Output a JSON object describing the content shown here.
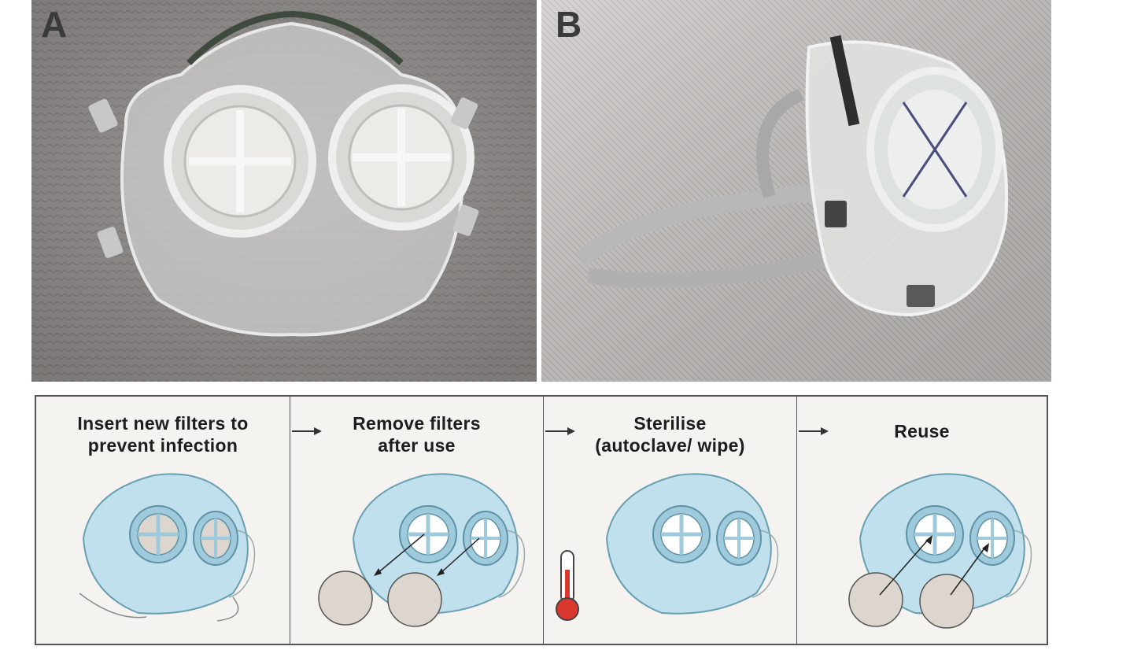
{
  "panels": {
    "a_label": "A",
    "b_label": "B"
  },
  "steps": [
    {
      "line1": "Insert new filters to",
      "line2": "prevent infection"
    },
    {
      "line1": "Remove filters",
      "line2": "after use"
    },
    {
      "line1": "Sterilise",
      "line2": "(autoclave/ wipe)"
    },
    {
      "line1": "Reuse",
      "line2": ""
    }
  ],
  "icons": [
    "arrow-right-icon",
    "thermometer-icon",
    "filter-disc-icon"
  ],
  "colors": {
    "mask_fill": "#bfe0ec",
    "mask_stroke": "#6a9fb3",
    "filter_disc": "#dcd6cf",
    "thermometer_red": "#d9382f",
    "photo_background": "#8e8a88"
  }
}
